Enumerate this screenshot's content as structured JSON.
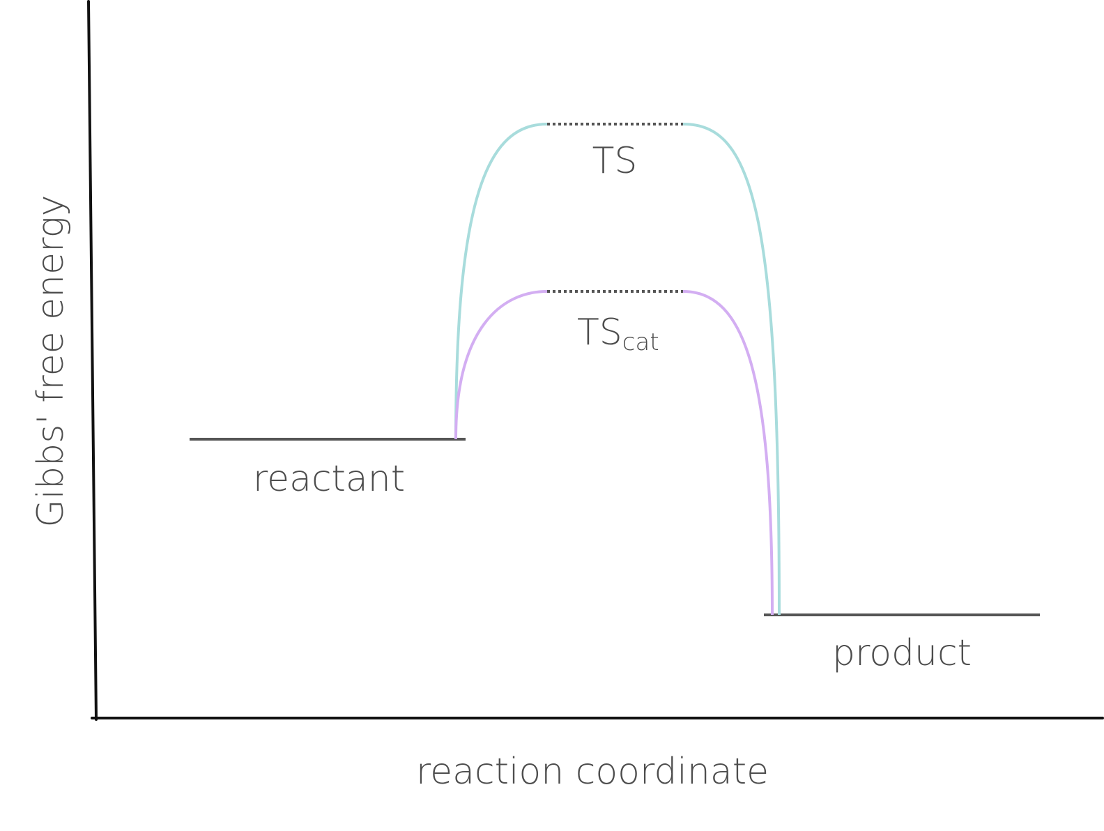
{
  "axes": {
    "y_label": "Gibbs' free energy",
    "x_label": "reaction coordinate"
  },
  "states": {
    "reactant": "reactant",
    "product": "product",
    "ts": "TS",
    "ts_cat_main": "TS",
    "ts_cat_sub": "cat"
  },
  "colors": {
    "axis": "#111111",
    "level": "#555555",
    "uncatalyzed_curve": "#a8dcdc",
    "catalyzed_curve": "#d3aef2",
    "label": "#4d4d4d"
  }
}
